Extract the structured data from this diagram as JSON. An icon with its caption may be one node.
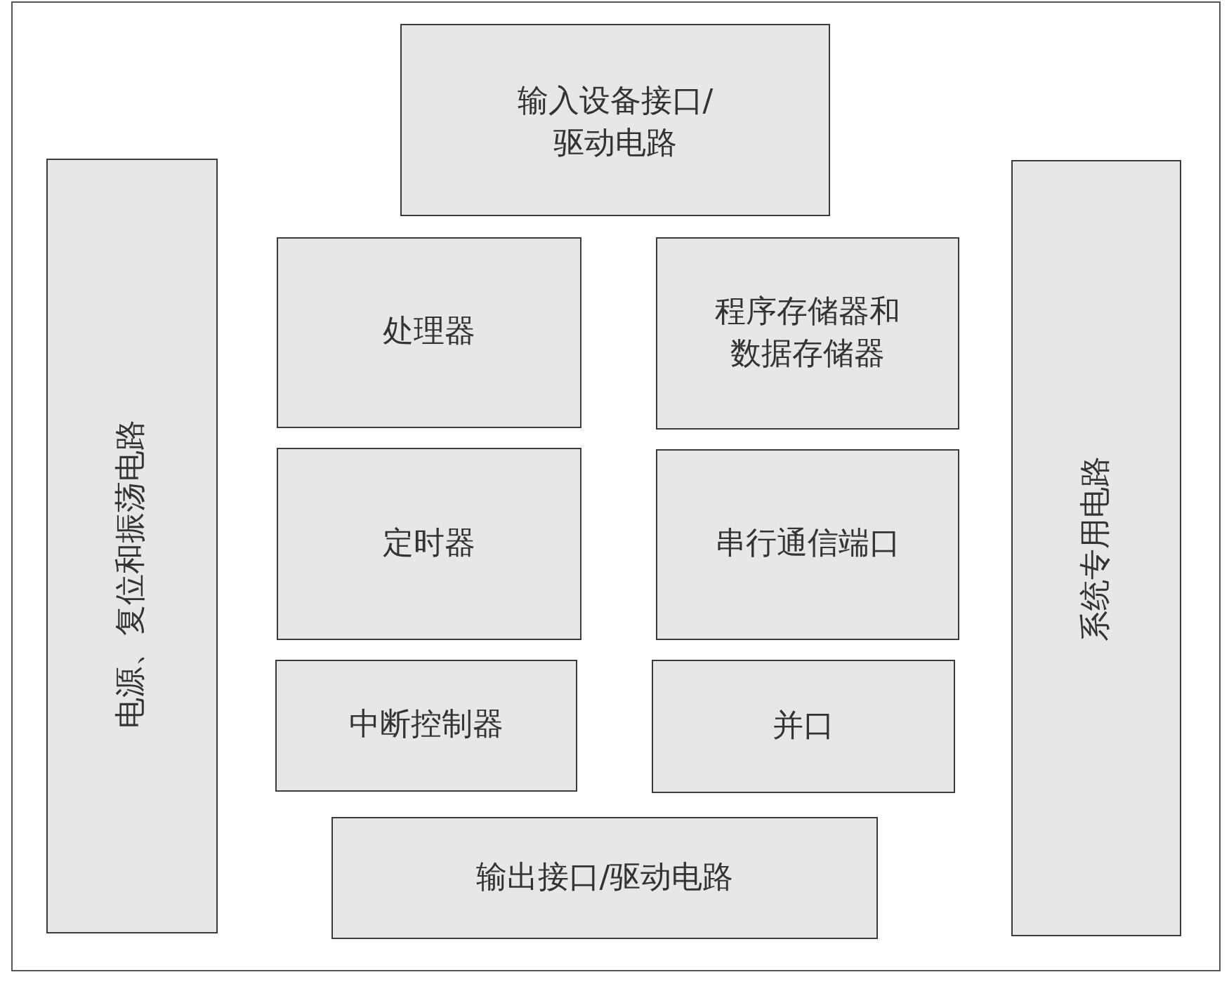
{
  "diagram": {
    "nodes": [
      {
        "text": [
          "输入设备接口/驱动电路"
        ]
      },
      {
        "text": [
          "电源、复位和振荡电路"
        ]
      },
      {
        "text": [
          "系统专用电路"
        ]
      },
      {
        "text": [
          "处理器"
        ]
      },
      {
        "text": [
          "程序存储器和数据存储器"
        ]
      },
      {
        "text": [
          "定时器"
        ]
      },
      {
        "text": [
          "串行通信端口"
        ]
      },
      {
        "text": [
          "中断控制器"
        ]
      },
      {
        "text": [
          "并口"
        ]
      },
      {
        "text": [
          "输出接口/驱动电路"
        ]
      }
    ]
  }
}
